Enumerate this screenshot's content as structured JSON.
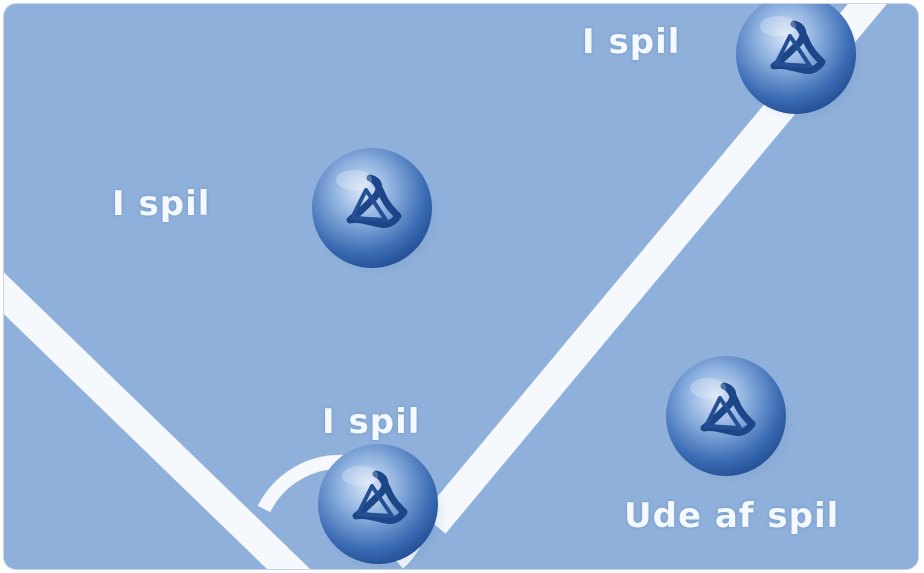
{
  "scene": {
    "background_color": "#8fb0da",
    "line_color": "#f5f8fd",
    "ball_color": "#2f5fa8"
  },
  "labels": {
    "top_right": "I spil",
    "mid_left": "I spil",
    "bottom_mid": "I spil",
    "bottom_right": "Ude af spil"
  },
  "balls": [
    {
      "status": "I spil"
    },
    {
      "status": "I spil"
    },
    {
      "status": "I spil"
    },
    {
      "status": "Ude af spil"
    }
  ]
}
